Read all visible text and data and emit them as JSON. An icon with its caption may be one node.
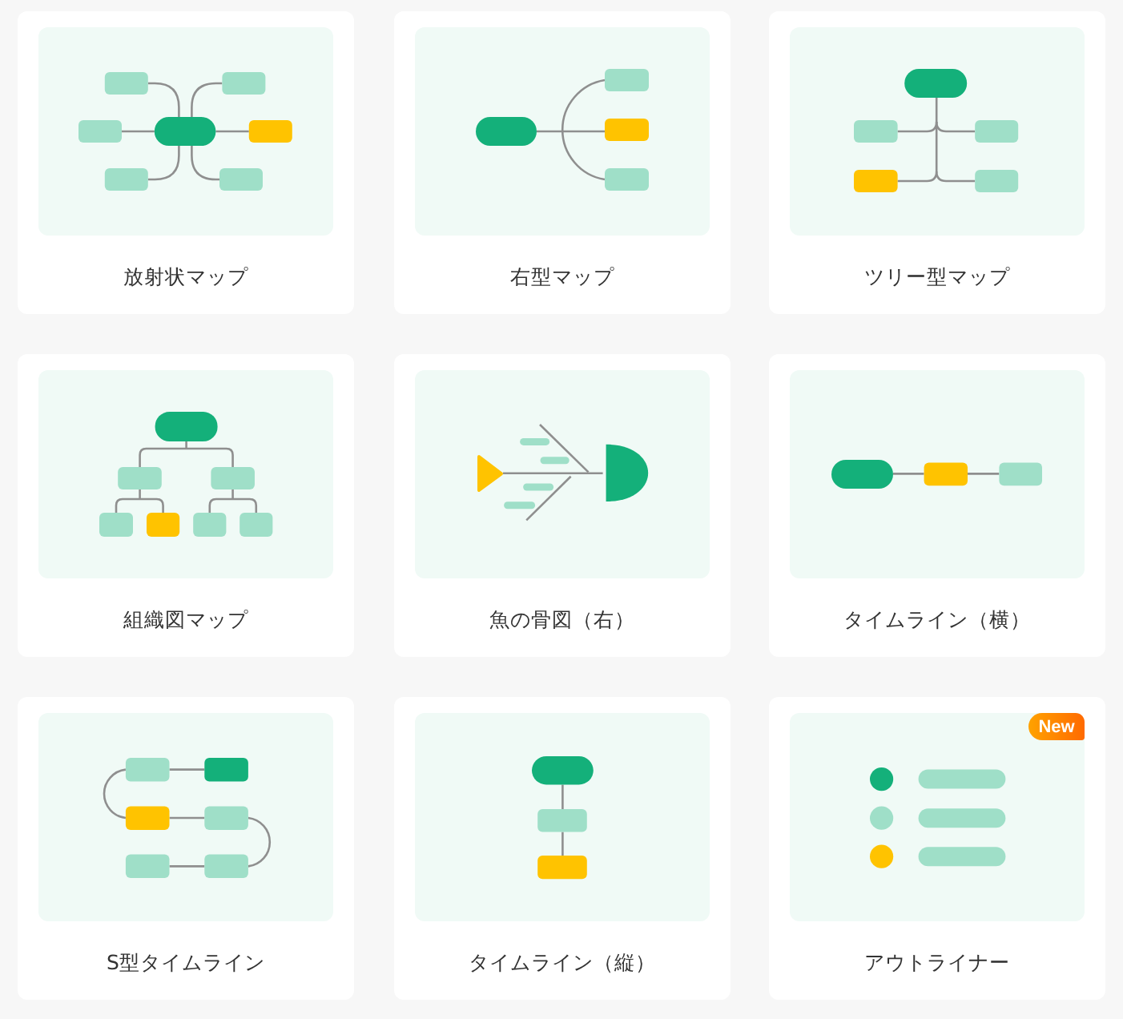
{
  "diagram": {
    "nodes": [
      {
        "text": [
          "放射状マップ"
        ]
      },
      {
        "text": [
          "右型マップ"
        ]
      },
      {
        "text": [
          "ツリー型マップ"
        ]
      },
      {
        "text": [
          "組織図マップ"
        ]
      },
      {
        "text": [
          "魚の骨図（右）"
        ]
      },
      {
        "text": [
          "タイムライン（横）"
        ]
      },
      {
        "text": [
          "S型タイムライン"
        ]
      },
      {
        "text": [
          "タイムライン（縦）"
        ]
      },
      {
        "text": [
          "アウトライナー"
        ]
      },
      {
        "text": [
          "New"
        ],
        "in": 8
      }
    ]
  }
}
